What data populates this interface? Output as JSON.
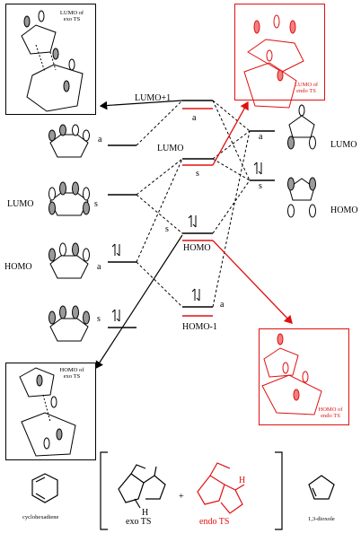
{
  "mo_diagram": {
    "left_levels": {
      "a_top": "a",
      "lumo": "LUMO",
      "lumo_sym": "s",
      "homo": "HOMO",
      "homo_sym": "a",
      "bottom_sym": "s"
    },
    "center_levels": {
      "lumo1": "LUMO+1",
      "lumo1_sym": "a",
      "lumo": "LUMO",
      "lumo_sym": "s",
      "homo": "HOMO",
      "homo_sym": "s",
      "homo1": "HOMO-1",
      "homo1_sym": "a"
    },
    "right_levels": {
      "lumo": "LUMO",
      "lumo_sym": "a",
      "homo": "HOMO",
      "homo_sym": "s"
    },
    "boxes": {
      "lumo_exo": "LUMO of exo TS",
      "lumo_endo": "LUMO of endo TS",
      "homo_exo": "HOMO of exo TS",
      "homo_endo": "HOMO of endo TS"
    }
  },
  "bottom": {
    "cyclohexadiene": "cyclohexadiene",
    "exo_ts": "exo TS",
    "plus": "+",
    "endo_ts": "endo TS",
    "dioxole": "1,3-dioxole",
    "h_label": "H"
  },
  "colors": {
    "red": "#e01010",
    "black": "#000000",
    "lobe": "#9a9a9a"
  }
}
